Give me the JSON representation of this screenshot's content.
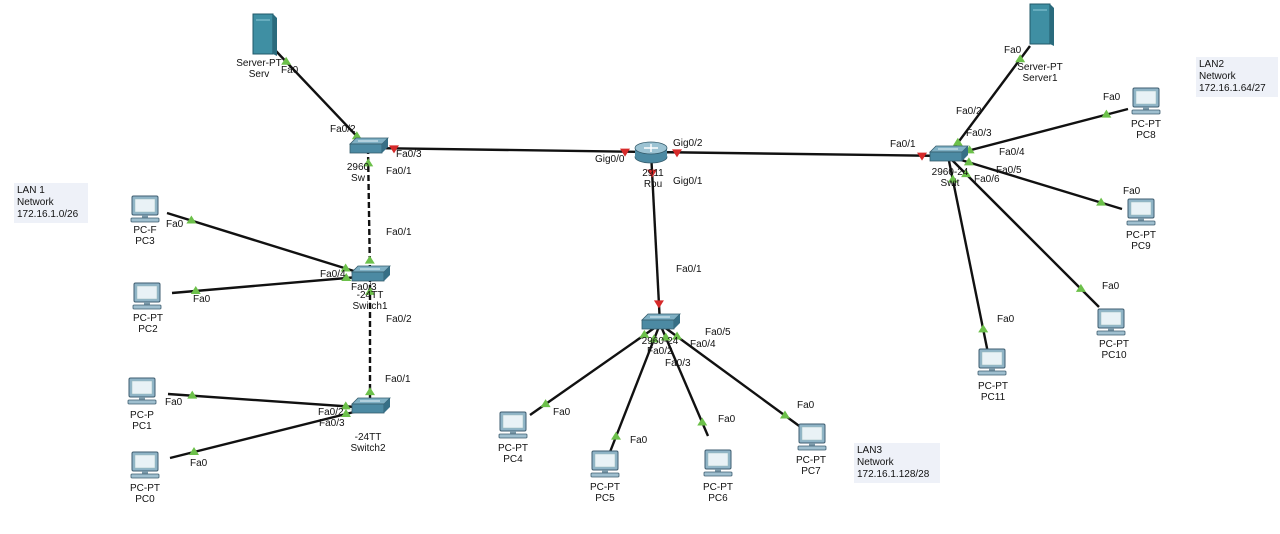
{
  "notes": {
    "lan1": "LAN 1\nNetwork\n172.16.1.0/26",
    "lan2": "LAN2\nNetwork\n172.16.1.64/27",
    "lan3": "LAN3\nNetwork\n172.16.1.128/28"
  },
  "devices": [
    {
      "id": "server0",
      "type": "server",
      "l1": "Server-PT",
      "l2": "Serv"
    },
    {
      "id": "server1",
      "type": "server",
      "l1": "Server-PT",
      "l2": "Server1"
    },
    {
      "id": "sw0",
      "type": "switch",
      "l1": "2960",
      "l2": "Sw"
    },
    {
      "id": "sw1",
      "type": "switch",
      "l1": "-24TT",
      "l2": "Switch1"
    },
    {
      "id": "sw2",
      "type": "switch",
      "l1": "-24TT",
      "l2": "Switch2"
    },
    {
      "id": "router",
      "type": "router",
      "l1": "2911",
      "l2": "Rou"
    },
    {
      "id": "sw3",
      "type": "switch",
      "l1": "2960-24",
      "l2": ""
    },
    {
      "id": "sw4",
      "type": "switch",
      "l1": "2960-24",
      "l2": "Swit"
    },
    {
      "id": "pc0",
      "type": "pc",
      "l1": "PC-PT",
      "l2": "PC0"
    },
    {
      "id": "pc1",
      "type": "pc",
      "l1": "PC-P",
      "l2": "PC1"
    },
    {
      "id": "pc2",
      "type": "pc",
      "l1": "PC-PT",
      "l2": "PC2"
    },
    {
      "id": "pc3",
      "type": "pc",
      "l1": "PC-F",
      "l2": "PC3"
    },
    {
      "id": "pc4",
      "type": "pc",
      "l1": "PC-PT",
      "l2": "PC4"
    },
    {
      "id": "pc5",
      "type": "pc",
      "l1": "PC-PT",
      "l2": "PC5"
    },
    {
      "id": "pc6",
      "type": "pc",
      "l1": "PC-PT",
      "l2": "PC6"
    },
    {
      "id": "pc7",
      "type": "pc",
      "l1": "PC-PT",
      "l2": "PC7"
    },
    {
      "id": "pc8",
      "type": "pc",
      "l1": "PC-PT",
      "l2": "PC8"
    },
    {
      "id": "pc9",
      "type": "pc",
      "l1": "PC-PT",
      "l2": "PC9"
    },
    {
      "id": "pc10",
      "type": "pc",
      "l1": "PC-PT",
      "l2": "PC10"
    },
    {
      "id": "pc11",
      "type": "pc",
      "l1": "PC-PT",
      "l2": "PC11"
    }
  ],
  "links": [
    {
      "a": "server0",
      "b": "sw0",
      "style": "solid",
      "status": "up",
      "a_port": "Fa0",
      "b_port": "Fa0/2"
    },
    {
      "a": "sw0",
      "b": "router",
      "style": "solid",
      "status": "down",
      "a_port": "Fa0/3",
      "b_port": "Gig0/0"
    },
    {
      "a": "sw0",
      "b": "sw1",
      "style": "dashed",
      "status": "up",
      "a_port": "Fa0/1",
      "b_port": "Fa0/1"
    },
    {
      "a": "sw1",
      "b": "sw2",
      "style": "dashed",
      "status": "up",
      "a_port": "Fa0/2",
      "b_port": "Fa0/1"
    },
    {
      "a": "sw1",
      "b": "pc3",
      "style": "solid",
      "status": "up",
      "a_port": "Fa0/4",
      "b_port": "Fa0"
    },
    {
      "a": "sw1",
      "b": "pc2",
      "style": "solid",
      "status": "up",
      "a_port": "Fa0/3",
      "b_port": "Fa0"
    },
    {
      "a": "sw2",
      "b": "pc1",
      "style": "solid",
      "status": "up",
      "a_port": "Fa0/2",
      "b_port": "Fa0"
    },
    {
      "a": "sw2",
      "b": "pc0",
      "style": "solid",
      "status": "up",
      "a_port": "Fa0/3",
      "b_port": "Fa0"
    },
    {
      "a": "router",
      "b": "sw4",
      "style": "solid",
      "status": "down",
      "a_port": "Gig0/2",
      "b_port": "Fa0/1"
    },
    {
      "a": "router",
      "b": "sw3",
      "style": "solid",
      "status": "down",
      "a_port": "Gig0/1",
      "b_port": "Fa0/1"
    },
    {
      "a": "sw3",
      "b": "pc4",
      "style": "solid",
      "status": "up",
      "a_port": "Fa0/2",
      "b_port": "Fa0"
    },
    {
      "a": "sw3",
      "b": "pc5",
      "style": "solid",
      "status": "up",
      "a_port": "Fa0/3",
      "b_port": "Fa0"
    },
    {
      "a": "sw3",
      "b": "pc6",
      "style": "solid",
      "status": "up",
      "a_port": "Fa0/4",
      "b_port": "Fa0"
    },
    {
      "a": "sw3",
      "b": "pc7",
      "style": "solid",
      "status": "up",
      "a_port": "Fa0/5",
      "b_port": "Fa0"
    },
    {
      "a": "sw4",
      "b": "server1",
      "style": "solid",
      "status": "up",
      "a_port": "Fa0/2",
      "b_port": "Fa0"
    },
    {
      "a": "sw4",
      "b": "pc8",
      "style": "solid",
      "status": "up",
      "a_port": "Fa0/3",
      "b_port": "Fa0"
    },
    {
      "a": "sw4",
      "b": "pc9",
      "style": "solid",
      "status": "up",
      "a_port": "Fa0/5",
      "b_port": "Fa0"
    },
    {
      "a": "sw4",
      "b": "pc10",
      "style": "solid",
      "status": "up",
      "a_port": "Fa0/4",
      "b_port": "Fa0"
    },
    {
      "a": "sw4",
      "b": "pc11",
      "style": "solid",
      "status": "up",
      "a_port": "Fa0/6",
      "b_port": "Fa0"
    }
  ],
  "colors": {
    "up": "#6cc04a",
    "down": "#d62a2a",
    "line": "#111111"
  }
}
